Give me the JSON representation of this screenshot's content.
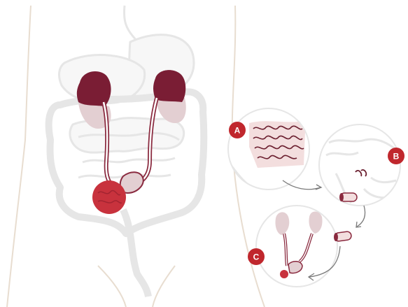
{
  "colors": {
    "body_outline": "#e8ddd0",
    "organ_outline": "#e6e6e6",
    "organ_fill": "#f7f7f7",
    "kidney_dark": "#7a1d34",
    "kidney_light": "#e3cfd2",
    "ureter": "#8a2a3f",
    "bladder": "#c8323d",
    "badge": "#c0272d",
    "arrow": "#7a7a7a",
    "intestine_fill": "#f3dede",
    "intestine_line": "#6b1f2f"
  },
  "badges": [
    {
      "id": "A",
      "label": "A"
    },
    {
      "id": "B",
      "label": "B"
    },
    {
      "id": "C",
      "label": "C"
    }
  ],
  "icons": {
    "arrow": "curved-arrow-icon"
  }
}
